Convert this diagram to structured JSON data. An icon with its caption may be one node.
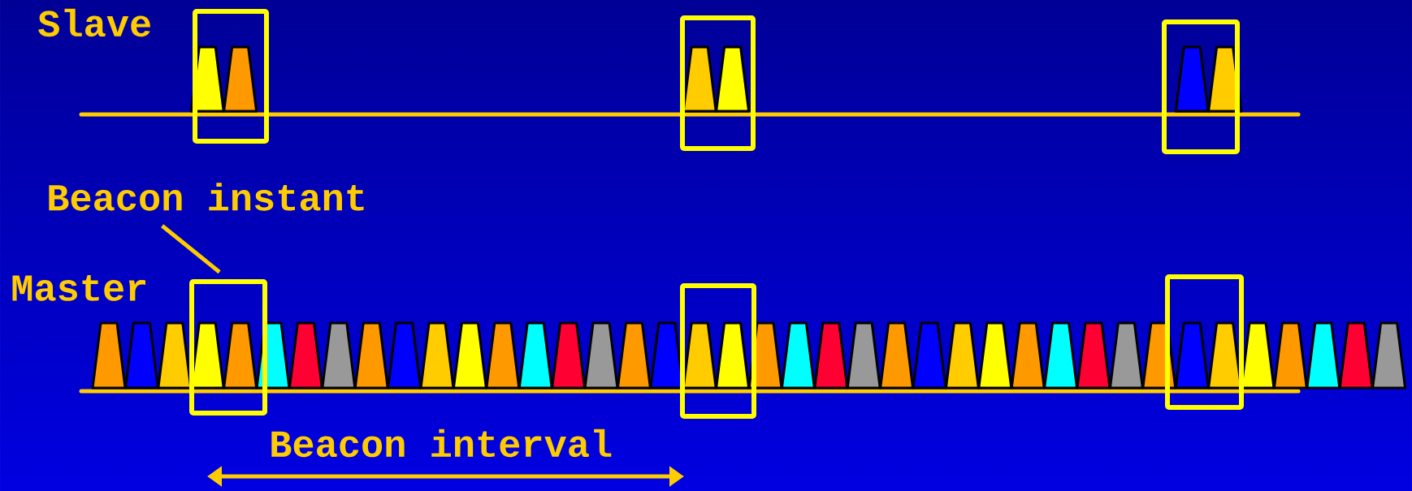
{
  "diagram": {
    "nodes": [
      {
        "text": [
          "Beacon instant"
        ]
      },
      {
        "text": [],
        "shape": "box"
      },
      {
        "text": [],
        "shape": "box"
      },
      {
        "text": [],
        "shape": "box"
      },
      {
        "text": [],
        "shape": "box"
      },
      {
        "text": [],
        "shape": "box"
      },
      {
        "text": [],
        "shape": "box"
      }
    ],
    "edges": [
      {
        "from": 0,
        "to": 4,
        "arrow": "none"
      }
    ],
    "labels": [
      "Slave",
      "Master",
      "Beacon interval"
    ]
  }
}
